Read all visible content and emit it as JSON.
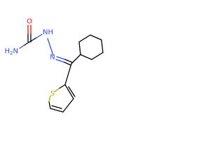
{
  "molecule": {
    "atoms": {
      "oxygen": {
        "label": "O",
        "color": "#FF0D0D"
      },
      "amine": {
        "label": "H",
        "subscript": "2",
        "suffix": "N",
        "color": "#3050F8"
      },
      "nh": {
        "label": "N",
        "suffix": "H",
        "color": "#3050F8"
      },
      "imine_n": {
        "label": "N",
        "color": "#3050F8"
      },
      "sulfur": {
        "label": "S",
        "color": "#B8A800"
      }
    },
    "colors": {
      "bond": "#000000",
      "nitrogen": "#3050F8",
      "oxygen": "#FF0D0D",
      "sulfur": "#B8A800"
    }
  }
}
